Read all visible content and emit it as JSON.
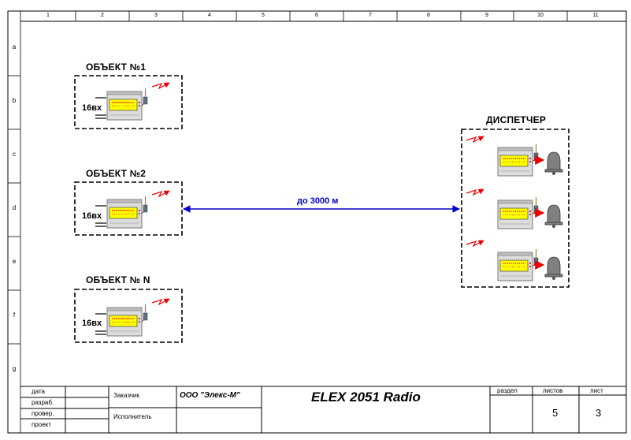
{
  "columns": [
    "1",
    "2",
    "3",
    "4",
    "5",
    "6",
    "7",
    "8",
    "9",
    "10",
    "11"
  ],
  "rows": [
    "a",
    "b",
    "c",
    "d",
    "e",
    "f",
    "g"
  ],
  "objects": [
    {
      "title": "ОБЪЕКТ №1",
      "inputs": "16вх"
    },
    {
      "title": "ОБЪЕКТ №2",
      "inputs": "16вх"
    },
    {
      "title": "ОБЪЕКТ № N",
      "inputs": "16вх"
    }
  ],
  "dispatcher": {
    "title": "ДИСПЕТЧЕР",
    "units": 3
  },
  "link": {
    "label": "до 3000 м"
  },
  "titleblock": {
    "rows": [
      "дата",
      "разраб.",
      "провер.",
      "проект"
    ],
    "customer_label": "Заказчик",
    "contractor_label": "Исполнитель",
    "company": "ООО \"Элекс-М\"",
    "title": "ELEX 2051 Radio",
    "section_label": "раздел",
    "sheets_label": "листов",
    "sheet_label": "лист",
    "sheets_value": "5",
    "sheet_value": "3"
  },
  "colors": {
    "link": "#0000cc",
    "signal": "#ee0000",
    "panel_fill": "#dcdcdc",
    "display": "#ffff00",
    "bell": "#808080"
  }
}
